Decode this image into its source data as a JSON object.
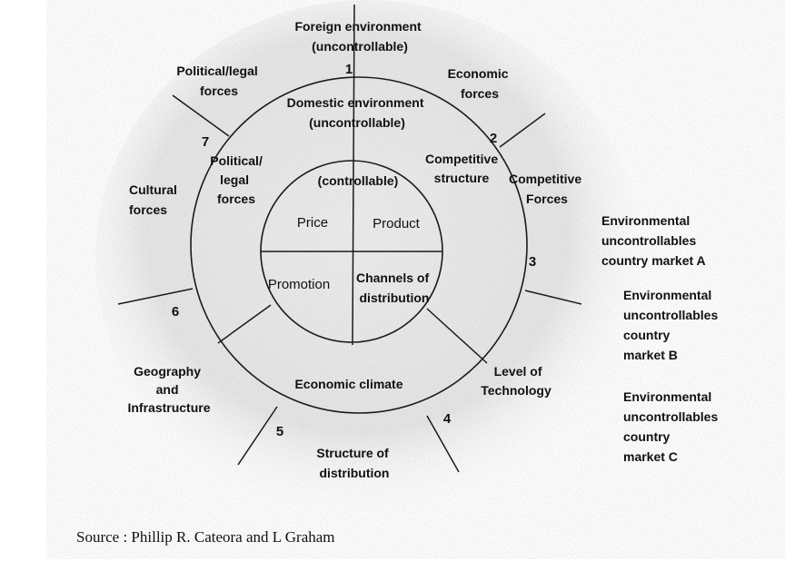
{
  "outer_ring": {
    "top": [
      "Foreign environment",
      "(uncontrollable)"
    ],
    "economic": [
      "Economic",
      "forces"
    ],
    "political": [
      "Political/legal",
      "forces"
    ],
    "cultural": [
      "Cultural",
      "forces"
    ],
    "competitive": [
      "Competitive",
      "Forces"
    ],
    "geography": [
      "Geography",
      "and",
      "Infrastructure"
    ],
    "technology": [
      "Level of",
      "Technology"
    ],
    "distribution": [
      "Structure of",
      "distribution"
    ]
  },
  "middle_ring": {
    "title": [
      "Domestic environment",
      "(uncontrollable)"
    ],
    "political": [
      "Political/",
      "legal",
      "forces"
    ],
    "competitive": [
      "Competitive",
      "structure"
    ],
    "economic": "Economic climate"
  },
  "inner_circle": {
    "title": "(controllable)",
    "price": "Price",
    "product": "Product",
    "promotion": "Promotion",
    "channels": [
      "Channels of",
      "distribution"
    ]
  },
  "numbers": [
    "1",
    "2",
    "3",
    "4",
    "5",
    "6",
    "7"
  ],
  "markets": {
    "a": [
      "Environmental",
      "uncontrollables",
      "country market A"
    ],
    "b": [
      "Environmental",
      "uncontrollables",
      "country",
      "market B"
    ],
    "c": [
      "Environmental",
      "uncontrollables",
      "country",
      "market C"
    ]
  },
  "source": "Source : Phillip R. Cateora and L Graham"
}
